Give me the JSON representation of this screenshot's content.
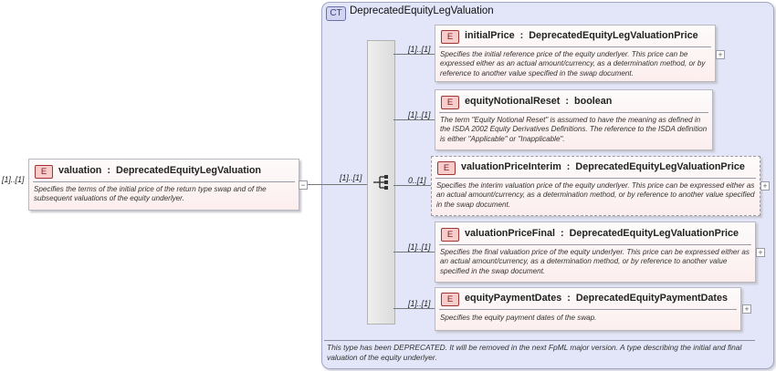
{
  "root": {
    "cardinality": "[1]..[1]",
    "badge": "E",
    "name": "valuation",
    "type": "DeprecatedEquityLegValuation",
    "doc": "Specifies the terms of the initial price of the return type swap and of the subsequent valuations of the equity underlyer.",
    "collapse": "−"
  },
  "complex_type": {
    "badge": "CT",
    "name": "DeprecatedEquityLegValuation",
    "doc": "This type has been DEPRECATED. It will be removed in the next FpML major version. A type describing the initial and final valuation of the equity underlyer."
  },
  "sequence": {
    "cardinality": "[1]..[1]"
  },
  "children": [
    {
      "cardinality": "[1]..[1]",
      "badge": "E",
      "name": "initialPrice",
      "type": "DeprecatedEquityLegValuationPrice",
      "doc": "Specifies the initial reference price of the equity underlyer. This price can be expressed either as an actual amount/currency, as a determination method, or by reference to another value specified in the swap document.",
      "expand": "+"
    },
    {
      "cardinality": "[1]..[1]",
      "badge": "E",
      "name": "equityNotionalReset",
      "type": "boolean",
      "doc": "The term \"Equity Notional Reset\" is assumed to have the meaning as defined in the ISDA 2002 Equity Derivatives Definitions. The reference to the ISDA definition is either \"Applicable\" or \"Inapplicable\"."
    },
    {
      "cardinality": "0..[1]",
      "badge": "E",
      "name": "valuationPriceInterim",
      "type": "DeprecatedEquityLegValuationPrice",
      "doc": "Specifies the interim valuation price of the equity underlyer. This price can be expressed either as an actual amount/currency, as a determination method, or by reference to another value specified in the swap document.",
      "expand": "+"
    },
    {
      "cardinality": "[1]..[1]",
      "badge": "E",
      "name": "valuationPriceFinal",
      "type": "DeprecatedEquityLegValuationPrice",
      "doc": "Specifies the final valuation price of the equity underlyer. This price can be expressed either as an actual amount/currency, as a determination method, or by reference to another value specified in the swap document.",
      "expand": "+"
    },
    {
      "cardinality": "[1]..[1]",
      "badge": "E",
      "name": "equityPaymentDates",
      "type": "DeprecatedEquityPaymentDates",
      "doc": "Specifies the equity payment dates of the swap.",
      "expand": "+"
    }
  ]
}
